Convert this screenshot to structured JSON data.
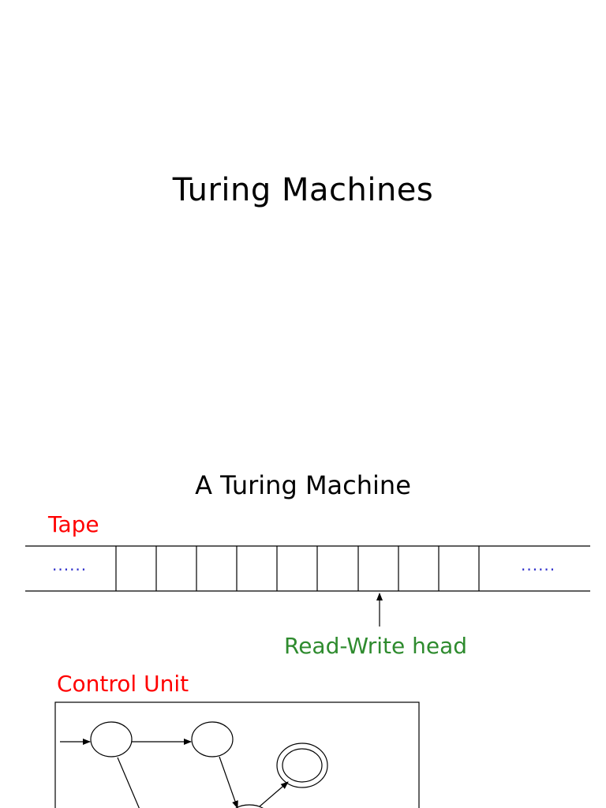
{
  "slides": [
    {
      "title": "Turing Machines"
    },
    {
      "title": "A Turing Machine",
      "tape_label": "Tape",
      "tape_dots_left": "......",
      "tape_dots_right": "......",
      "head_label": "Read-Write head",
      "control_label": "Control Unit"
    }
  ],
  "colors": {
    "tape_label": "#ff0000",
    "control_label": "#ff0000",
    "head_label": "#2e8b2e",
    "dots": "#3333cc"
  }
}
